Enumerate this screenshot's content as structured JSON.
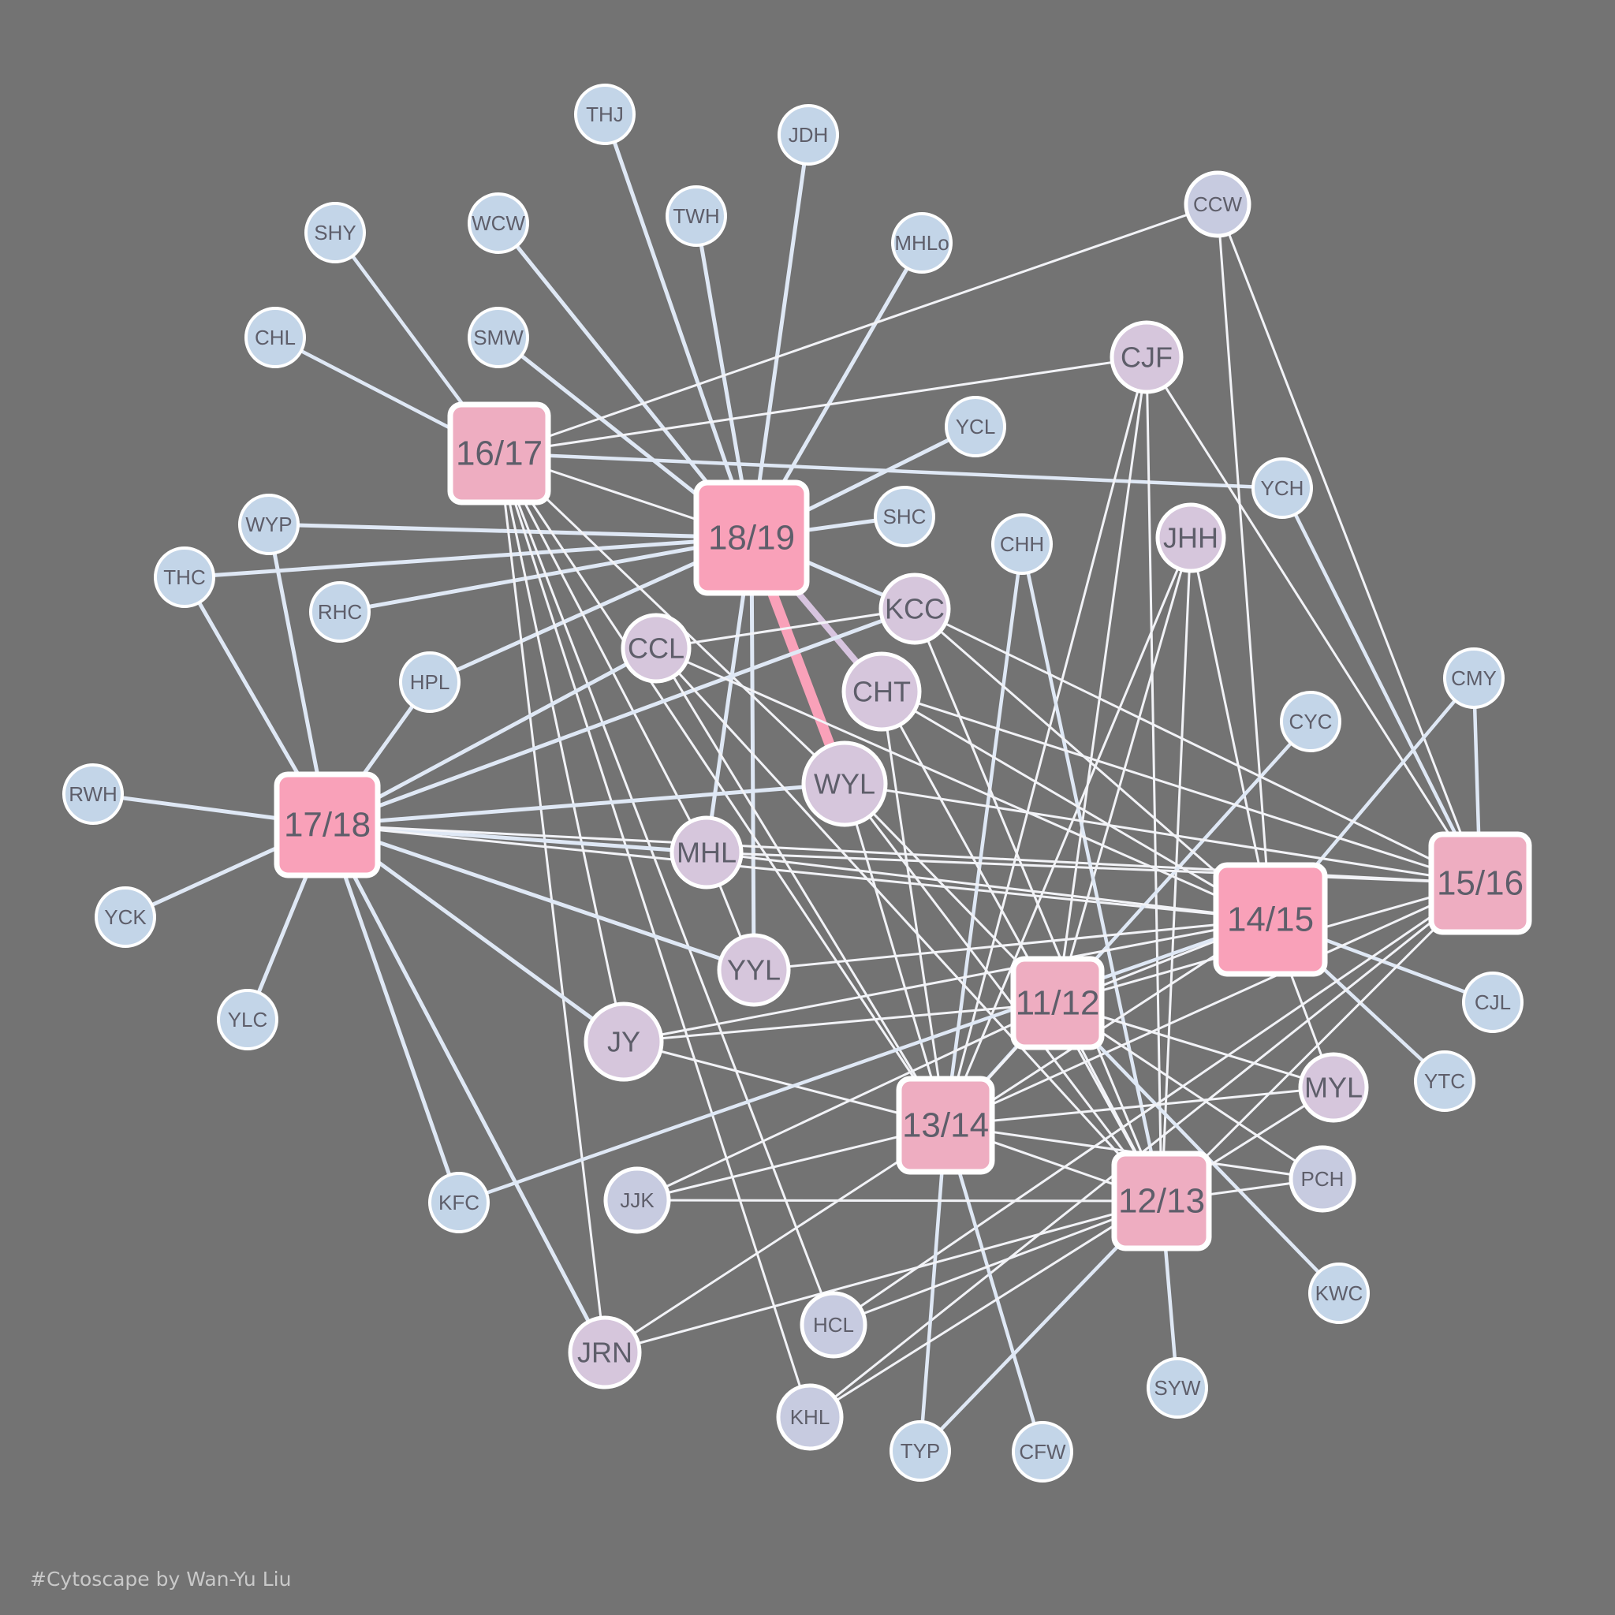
{
  "colors": {
    "background": "#737373",
    "hub_fill": "#eeadc1",
    "hub_fill_strong": "#f9a1b9",
    "mid_fill": "#d6c6dc",
    "leaf_fill": "#c3d5e8",
    "leaf_fill_grey": "#c7cbe0",
    "node_stroke": "#ffffff",
    "edge": "#f2f3f7",
    "edge_blue": "#dfe8f5",
    "edge_pink": "#f9a1b9",
    "edge_purple": "#d7c4df",
    "label": "#5e5e6a",
    "credit": "#c9c9c9"
  },
  "credit": "#Cytoscape by Wan-Yu Liu",
  "nodes": [
    {
      "id": "18/19",
      "label": "18/19",
      "shape": "square",
      "tier": "hub"
    },
    {
      "id": "17/18",
      "label": "17/18",
      "shape": "square",
      "tier": "hub"
    },
    {
      "id": "16/17",
      "label": "16/17",
      "shape": "square",
      "tier": "hub"
    },
    {
      "id": "15/16",
      "label": "15/16",
      "shape": "square",
      "tier": "hub"
    },
    {
      "id": "14/15",
      "label": "14/15",
      "shape": "square",
      "tier": "hub"
    },
    {
      "id": "13/14",
      "label": "13/14",
      "shape": "square",
      "tier": "hub"
    },
    {
      "id": "12/13",
      "label": "12/13",
      "shape": "square",
      "tier": "hub"
    },
    {
      "id": "11/12",
      "label": "11/12",
      "shape": "square",
      "tier": "hub"
    },
    {
      "id": "CJF",
      "label": "CJF",
      "shape": "circle",
      "tier": "mid"
    },
    {
      "id": "JHH",
      "label": "JHH",
      "shape": "circle",
      "tier": "mid"
    },
    {
      "id": "KCC",
      "label": "KCC",
      "shape": "circle",
      "tier": "mid"
    },
    {
      "id": "CHT",
      "label": "CHT",
      "shape": "circle",
      "tier": "mid"
    },
    {
      "id": "CCL",
      "label": "CCL",
      "shape": "circle",
      "tier": "mid"
    },
    {
      "id": "WYL",
      "label": "WYL",
      "shape": "circle",
      "tier": "mid"
    },
    {
      "id": "MHL",
      "label": "MHL",
      "shape": "circle",
      "tier": "mid"
    },
    {
      "id": "YYL",
      "label": "YYL",
      "shape": "circle",
      "tier": "mid"
    },
    {
      "id": "JY",
      "label": "JY",
      "shape": "circle",
      "tier": "mid"
    },
    {
      "id": "MYL",
      "label": "MYL",
      "shape": "circle",
      "tier": "mid"
    },
    {
      "id": "JRN",
      "label": "JRN",
      "shape": "circle",
      "tier": "mid"
    },
    {
      "id": "JJK",
      "label": "JJK",
      "shape": "circle",
      "tier": "mid"
    },
    {
      "id": "HCL",
      "label": "HCL",
      "shape": "circle",
      "tier": "mid"
    },
    {
      "id": "KHL",
      "label": "KHL",
      "shape": "circle",
      "tier": "mid"
    },
    {
      "id": "PCH",
      "label": "PCH",
      "shape": "circle",
      "tier": "mid"
    },
    {
      "id": "CCW",
      "label": "CCW",
      "shape": "circle",
      "tier": "mid"
    },
    {
      "id": "THJ",
      "label": "THJ",
      "shape": "circle",
      "tier": "leaf"
    },
    {
      "id": "JDH",
      "label": "JDH",
      "shape": "circle",
      "tier": "leaf"
    },
    {
      "id": "TWH",
      "label": "TWH",
      "shape": "circle",
      "tier": "leaf"
    },
    {
      "id": "WCW",
      "label": "WCW",
      "shape": "circle",
      "tier": "leaf"
    },
    {
      "id": "SHY",
      "label": "SHY",
      "shape": "circle",
      "tier": "leaf"
    },
    {
      "id": "MHLo",
      "label": "MHLo",
      "shape": "circle",
      "tier": "leaf"
    },
    {
      "id": "CHL",
      "label": "CHL",
      "shape": "circle",
      "tier": "leaf"
    },
    {
      "id": "SMW",
      "label": "SMW",
      "shape": "circle",
      "tier": "leaf"
    },
    {
      "id": "YCL",
      "label": "YCL",
      "shape": "circle",
      "tier": "leaf"
    },
    {
      "id": "YCH",
      "label": "YCH",
      "shape": "circle",
      "tier": "leaf"
    },
    {
      "id": "SHC",
      "label": "SHC",
      "shape": "circle",
      "tier": "leaf"
    },
    {
      "id": "CHH",
      "label": "CHH",
      "shape": "circle",
      "tier": "leaf"
    },
    {
      "id": "WYP",
      "label": "WYP",
      "shape": "circle",
      "tier": "leaf"
    },
    {
      "id": "THC",
      "label": "THC",
      "shape": "circle",
      "tier": "leaf"
    },
    {
      "id": "RHC",
      "label": "RHC",
      "shape": "circle",
      "tier": "leaf"
    },
    {
      "id": "HPL",
      "label": "HPL",
      "shape": "circle",
      "tier": "leaf"
    },
    {
      "id": "CMY",
      "label": "CMY",
      "shape": "circle",
      "tier": "leaf"
    },
    {
      "id": "CYC",
      "label": "CYC",
      "shape": "circle",
      "tier": "leaf"
    },
    {
      "id": "RWH",
      "label": "RWH",
      "shape": "circle",
      "tier": "leaf"
    },
    {
      "id": "YCK",
      "label": "YCK",
      "shape": "circle",
      "tier": "leaf"
    },
    {
      "id": "YLC",
      "label": "YLC",
      "shape": "circle",
      "tier": "leaf"
    },
    {
      "id": "CJL",
      "label": "CJL",
      "shape": "circle",
      "tier": "leaf"
    },
    {
      "id": "YTC",
      "label": "YTC",
      "shape": "circle",
      "tier": "leaf"
    },
    {
      "id": "KFC",
      "label": "KFC",
      "shape": "circle",
      "tier": "leaf"
    },
    {
      "id": "KWC",
      "label": "KWC",
      "shape": "circle",
      "tier": "leaf"
    },
    {
      "id": "SYW",
      "label": "SYW",
      "shape": "circle",
      "tier": "leaf"
    },
    {
      "id": "TYP",
      "label": "TYP",
      "shape": "circle",
      "tier": "leaf"
    },
    {
      "id": "CFW",
      "label": "CFW",
      "shape": "circle",
      "tier": "leaf"
    }
  ],
  "edges": [
    [
      "18/19",
      "THJ"
    ],
    [
      "18/19",
      "JDH"
    ],
    [
      "18/19",
      "TWH"
    ],
    [
      "18/19",
      "WCW"
    ],
    [
      "18/19",
      "MHLo"
    ],
    [
      "18/19",
      "SMW"
    ],
    [
      "18/19",
      "YCL"
    ],
    [
      "18/19",
      "SHC"
    ],
    [
      "18/19",
      "WYP"
    ],
    [
      "18/19",
      "THC"
    ],
    [
      "18/19",
      "RHC"
    ],
    [
      "18/19",
      "HPL"
    ],
    [
      "18/19",
      "KCC"
    ],
    [
      "18/19",
      "MHL"
    ],
    [
      "18/19",
      "YYL"
    ],
    [
      "18/19",
      "16/17"
    ],
    [
      "18/19",
      "WYL",
      "pink"
    ],
    [
      "18/19",
      "CHT",
      "purple"
    ],
    [
      "16/17",
      "SHY"
    ],
    [
      "16/17",
      "CHL"
    ],
    [
      "16/17",
      "CCW"
    ],
    [
      "16/17",
      "CJF"
    ],
    [
      "16/17",
      "YCH"
    ],
    [
      "16/17",
      "WYL"
    ],
    [
      "16/17",
      "MHL"
    ],
    [
      "16/17",
      "JY"
    ],
    [
      "16/17",
      "JRN"
    ],
    [
      "16/17",
      "HCL"
    ],
    [
      "16/17",
      "KHL"
    ],
    [
      "16/17",
      "13/14"
    ],
    [
      "17/18",
      "WYP"
    ],
    [
      "17/18",
      "THC"
    ],
    [
      "17/18",
      "HPL"
    ],
    [
      "17/18",
      "RWH"
    ],
    [
      "17/18",
      "YCK"
    ],
    [
      "17/18",
      "YLC"
    ],
    [
      "17/18",
      "KFC"
    ],
    [
      "17/18",
      "JRN"
    ],
    [
      "17/18",
      "WYL"
    ],
    [
      "17/18",
      "CCL"
    ],
    [
      "17/18",
      "KCC"
    ],
    [
      "17/18",
      "MHL"
    ],
    [
      "17/18",
      "YYL"
    ],
    [
      "17/18",
      "JY"
    ],
    [
      "17/18",
      "14/15"
    ],
    [
      "17/18",
      "15/16"
    ],
    [
      "CJF",
      "15/16"
    ],
    [
      "CJF",
      "12/13"
    ],
    [
      "CJF",
      "13/14"
    ],
    [
      "CJF",
      "11/12"
    ],
    [
      "CCW",
      "15/16"
    ],
    [
      "CCW",
      "14/15"
    ],
    [
      "JHH",
      "14/15"
    ],
    [
      "JHH",
      "12/13"
    ],
    [
      "JHH",
      "13/14"
    ],
    [
      "JHH",
      "11/12"
    ],
    [
      "YCH",
      "15/16"
    ],
    [
      "CHH",
      "13/14"
    ],
    [
      "CHH",
      "12/13"
    ],
    [
      "CMY",
      "15/16"
    ],
    [
      "CMY",
      "14/15"
    ],
    [
      "CYC",
      "13/14"
    ],
    [
      "KCC",
      "15/16"
    ],
    [
      "KCC",
      "12/13"
    ],
    [
      "KCC",
      "14/15"
    ],
    [
      "KCC",
      "CCL"
    ],
    [
      "CHT",
      "15/16"
    ],
    [
      "CHT",
      "13/14"
    ],
    [
      "CHT",
      "12/13"
    ],
    [
      "CHT",
      "14/15"
    ],
    [
      "CCL",
      "14/15"
    ],
    [
      "CCL",
      "13/14"
    ],
    [
      "CCL",
      "12/13"
    ],
    [
      "WYL",
      "15/16"
    ],
    [
      "WYL",
      "13/14"
    ],
    [
      "WYL",
      "11/12"
    ],
    [
      "WYL",
      "12/13"
    ],
    [
      "MHL",
      "14/15"
    ],
    [
      "MHL",
      "15/16"
    ],
    [
      "MHL",
      "YYL"
    ],
    [
      "YYL",
      "14/15"
    ],
    [
      "JY",
      "11/12"
    ],
    [
      "JY",
      "14/15"
    ],
    [
      "JY",
      "13/14"
    ],
    [
      "14/15",
      "CJL"
    ],
    [
      "14/15",
      "YTC"
    ],
    [
      "14/15",
      "11/12"
    ],
    [
      "14/15",
      "MYL"
    ],
    [
      "14/15",
      "KFC"
    ],
    [
      "14/15",
      "JRN"
    ],
    [
      "15/16",
      "13/14"
    ],
    [
      "15/16",
      "12/13"
    ],
    [
      "15/16",
      "11/12"
    ],
    [
      "15/16",
      "KHL"
    ],
    [
      "15/16",
      "HCL"
    ],
    [
      "11/12",
      "12/13"
    ],
    [
      "11/12",
      "MYL"
    ],
    [
      "11/12",
      "PCH"
    ],
    [
      "11/12",
      "KWC"
    ],
    [
      "11/12",
      "13/14"
    ],
    [
      "11/12",
      "JJK"
    ],
    [
      "13/14",
      "MYL"
    ],
    [
      "13/14",
      "12/13"
    ],
    [
      "13/14",
      "PCH"
    ],
    [
      "13/14",
      "JJK"
    ],
    [
      "13/14",
      "TYP"
    ],
    [
      "13/14",
      "CFW"
    ],
    [
      "12/13",
      "JJK"
    ],
    [
      "12/13",
      "SYW"
    ],
    [
      "12/13",
      "PCH"
    ],
    [
      "12/13",
      "TYP"
    ],
    [
      "12/13",
      "JRN"
    ],
    [
      "12/13",
      "HCL"
    ],
    [
      "MYL",
      "KHL"
    ]
  ]
}
